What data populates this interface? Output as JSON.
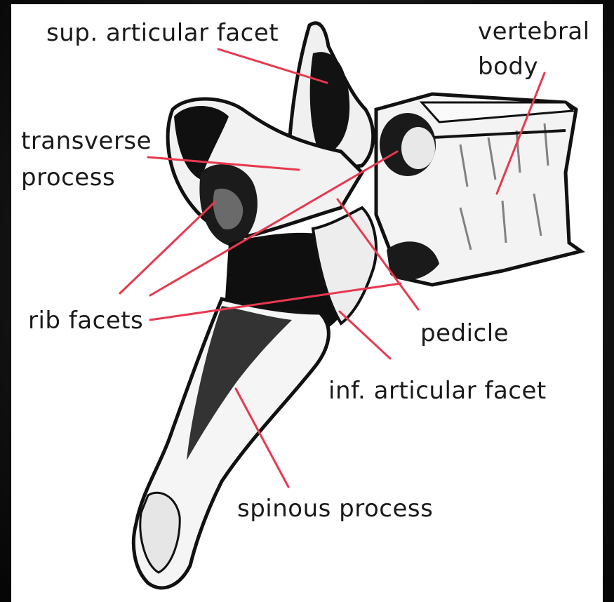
{
  "labels": {
    "sup_articular_facet": "sup. articular facet",
    "vertebral_body_line1": "vertebral",
    "vertebral_body_line2": "body",
    "transverse_process_line1": "transverse",
    "transverse_process_line2": "process",
    "rib_facets": "rib facets",
    "pedicle": "pedicle",
    "inf_articular_facet": "inf. articular facet",
    "spinous_process": "spinous process"
  },
  "colors": {
    "leader_line": "#e8384f",
    "bone_shadow": "#111111",
    "bone_light": "#f4f4f4",
    "background": "#ffffff",
    "frame": "#0d0d0d"
  }
}
